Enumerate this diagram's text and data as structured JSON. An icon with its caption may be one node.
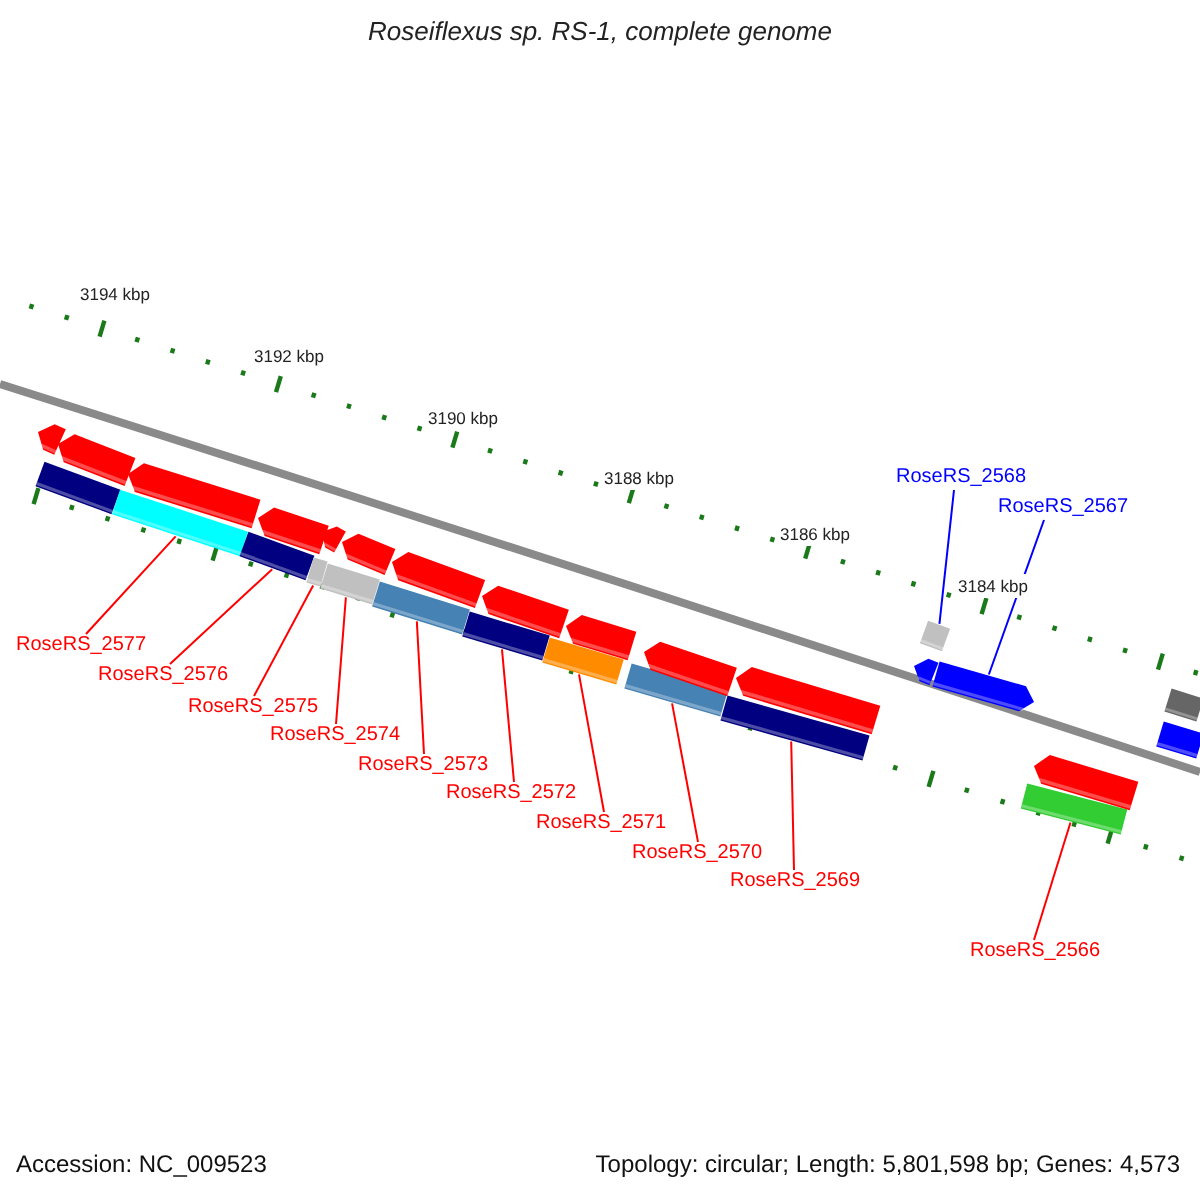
{
  "diagram": {
    "title": "Roseiflexus sp. RS-1, complete genome",
    "nodes": [
      {
        "text": [
          "RoseRS_2568"
        ]
      },
      {
        "text": [
          "RoseRS_2567"
        ]
      },
      {
        "text": [
          "RoseRS_2577"
        ]
      },
      {
        "text": [
          "RoseRS_2576"
        ]
      },
      {
        "text": [
          "RoseRS_2575"
        ]
      },
      {
        "text": [
          "RoseRS_2574"
        ]
      },
      {
        "text": [
          "RoseRS_2573"
        ]
      },
      {
        "text": [
          "RoseRS_2572"
        ]
      },
      {
        "text": [
          "RoseRS_2571"
        ]
      },
      {
        "text": [
          "RoseRS_2570"
        ]
      },
      {
        "text": [
          "RoseRS_2569"
        ]
      },
      {
        "text": [
          "RoseRS_2566"
        ]
      },
      {
        "text": [],
        "shape": "bar"
      },
      {
        "text": [],
        "shape": "bar"
      },
      {
        "text": [],
        "shape": "bar"
      },
      {
        "text": [],
        "shape": "bar"
      },
      {
        "text": [],
        "shape": "bar"
      },
      {
        "text": [],
        "shape": "bar"
      },
      {
        "text": [],
        "shape": "bar"
      },
      {
        "text": [],
        "shape": "bar"
      },
      {
        "text": [],
        "shape": "bar"
      },
      {
        "text": [],
        "shape": "bar"
      },
      {
        "text": [],
        "shape": "bar"
      },
      {
        "text": [],
        "shape": "bar"
      },
      {
        "text": [],
        "shape": "bar"
      },
      {
        "text": [],
        "shape": "bar"
      },
      {
        "text": [],
        "shape": "bar"
      },
      {
        "text": [],
        "shape": "bar"
      },
      {
        "text": [],
        "shape": "bar"
      },
      {
        "text": [],
        "shape": "bar"
      },
      {
        "text": [],
        "shape": "bar"
      },
      {
        "text": [],
        "shape": "bar"
      },
      {
        "text": [],
        "shape": "bar"
      },
      {
        "text": [],
        "shape": "bar"
      },
      {
        "text": [],
        "shape": "bar"
      },
      {
        "text": [],
        "shape": "bar"
      },
      {
        "text": [],
        "shape": "bar"
      },
      {
        "text": [],
        "shape": "bar"
      },
      {
        "text": [],
        "shape": "bar"
      },
      {
        "text": [],
        "shape": "bar"
      }
    ],
    "edges": [
      {
        "from": 0,
        "to": 34,
        "arrow": "none",
        "color": "#0000ff"
      },
      {
        "from": 1,
        "to": 35,
        "arrow": "none",
        "color": "#0000ff"
      },
      {
        "from": 2,
        "to": 15,
        "arrow": "none"
      },
      {
        "from": 3,
        "to": 17,
        "arrow": "none"
      },
      {
        "from": 4,
        "to": 19,
        "arrow": "none"
      },
      {
        "from": 5,
        "to": 21,
        "arrow": "none"
      },
      {
        "from": 6,
        "to": 23,
        "arrow": "none"
      },
      {
        "from": 7,
        "to": 25,
        "arrow": "none"
      },
      {
        "from": 8,
        "to": 27,
        "arrow": "none"
      },
      {
        "from": 9,
        "to": 29,
        "arrow": "none"
      },
      {
        "from": 10,
        "to": 31,
        "arrow": "none"
      },
      {
        "from": 11,
        "to": 36,
        "arrow": "none"
      }
    ],
    "labels": [
      "3194 kbp",
      "3192 kbp",
      "3190 kbp",
      "3188 kbp",
      "3186 kbp",
      "3184 kbp",
      "Accession: NC_009523",
      "Topology: circular; Length: 5,801,598 bp; Genes: 4,573"
    ]
  }
}
